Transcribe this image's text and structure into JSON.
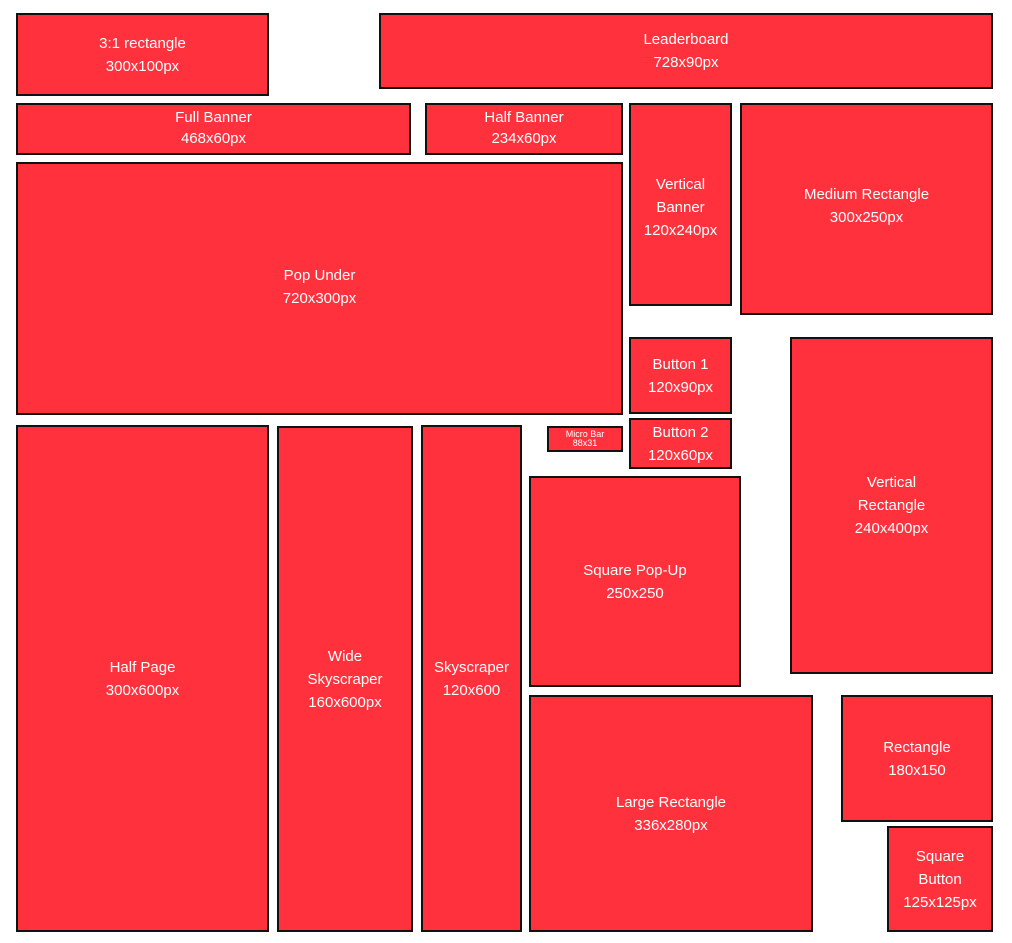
{
  "colors": {
    "fill": "#ff313d",
    "border": "#111111",
    "text": "#ffffff"
  },
  "ads": {
    "rect_3_1": {
      "name": "3:1 rectangle",
      "size": "300x100px"
    },
    "leaderboard": {
      "name": "Leaderboard",
      "size": "728x90px"
    },
    "full_banner": {
      "name": "Full Banner",
      "size": "468x60px"
    },
    "half_banner": {
      "name": "Half Banner",
      "size": "234x60px"
    },
    "vertical_banner": {
      "name": "Vertical\nBanner",
      "size": "120x240px"
    },
    "medium_rect": {
      "name": "Medium Rectangle",
      "size": "300x250px"
    },
    "pop_under": {
      "name": "Pop Under",
      "size": "720x300px"
    },
    "button_1": {
      "name": "Button 1",
      "size": "120x90px"
    },
    "button_2": {
      "name": "Button 2",
      "size": "120x60px"
    },
    "micro_bar": {
      "name": "Micro Bar",
      "size": "88x31"
    },
    "vertical_rect": {
      "name": "Vertical\nRectangle",
      "size": "240x400px"
    },
    "half_page": {
      "name": "Half Page",
      "size": "300x600px"
    },
    "wide_sky": {
      "name": "Wide\nSkyscraper",
      "size": "160x600px"
    },
    "skyscraper": {
      "name": "Skyscraper",
      "size": "120x600"
    },
    "square_popup": {
      "name": "Square Pop-Up",
      "size": "250x250"
    },
    "large_rect": {
      "name": "Large Rectangle",
      "size": "336x280px"
    },
    "rectangle": {
      "name": "Rectangle",
      "size": "180x150"
    },
    "square_button": {
      "name": "Square\nButton",
      "size": "125x125px"
    }
  }
}
